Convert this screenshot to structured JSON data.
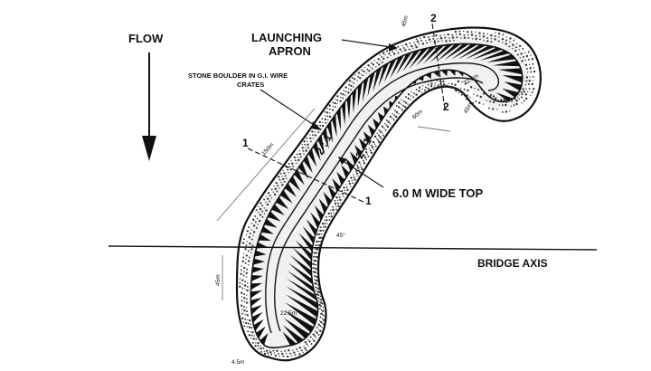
{
  "labels": {
    "flow": "FLOW",
    "launching_apron_1": "LAUNCHING",
    "launching_apron_2": "APRON",
    "stone_boulder_1": "STONE BOULDER IN G.I. WIRE",
    "stone_boulder_2": "CRATES",
    "wide_top": "6.0 M WIDE TOP",
    "bridge_axis": "BRIDGE AXIS",
    "slope_1": "2 : 1",
    "slope_2": "2 : 1"
  },
  "dimensions": {
    "d_22_5a": "22.5m",
    "d_22_5b": "22.5m",
    "d_45a": "45m",
    "d_45b": "45m",
    "d_45c": "45m",
    "d_150": "150m",
    "d_60": "60m",
    "d_45deg": "45°",
    "d_4_5": "4.5m"
  },
  "section_marks": {
    "top_a": "2",
    "top_b": "2",
    "left_a": "1",
    "left_b": "1"
  },
  "colors": {
    "ink": "#111111",
    "apron_fill": "#f1f1f1",
    "dots": "#333333"
  }
}
